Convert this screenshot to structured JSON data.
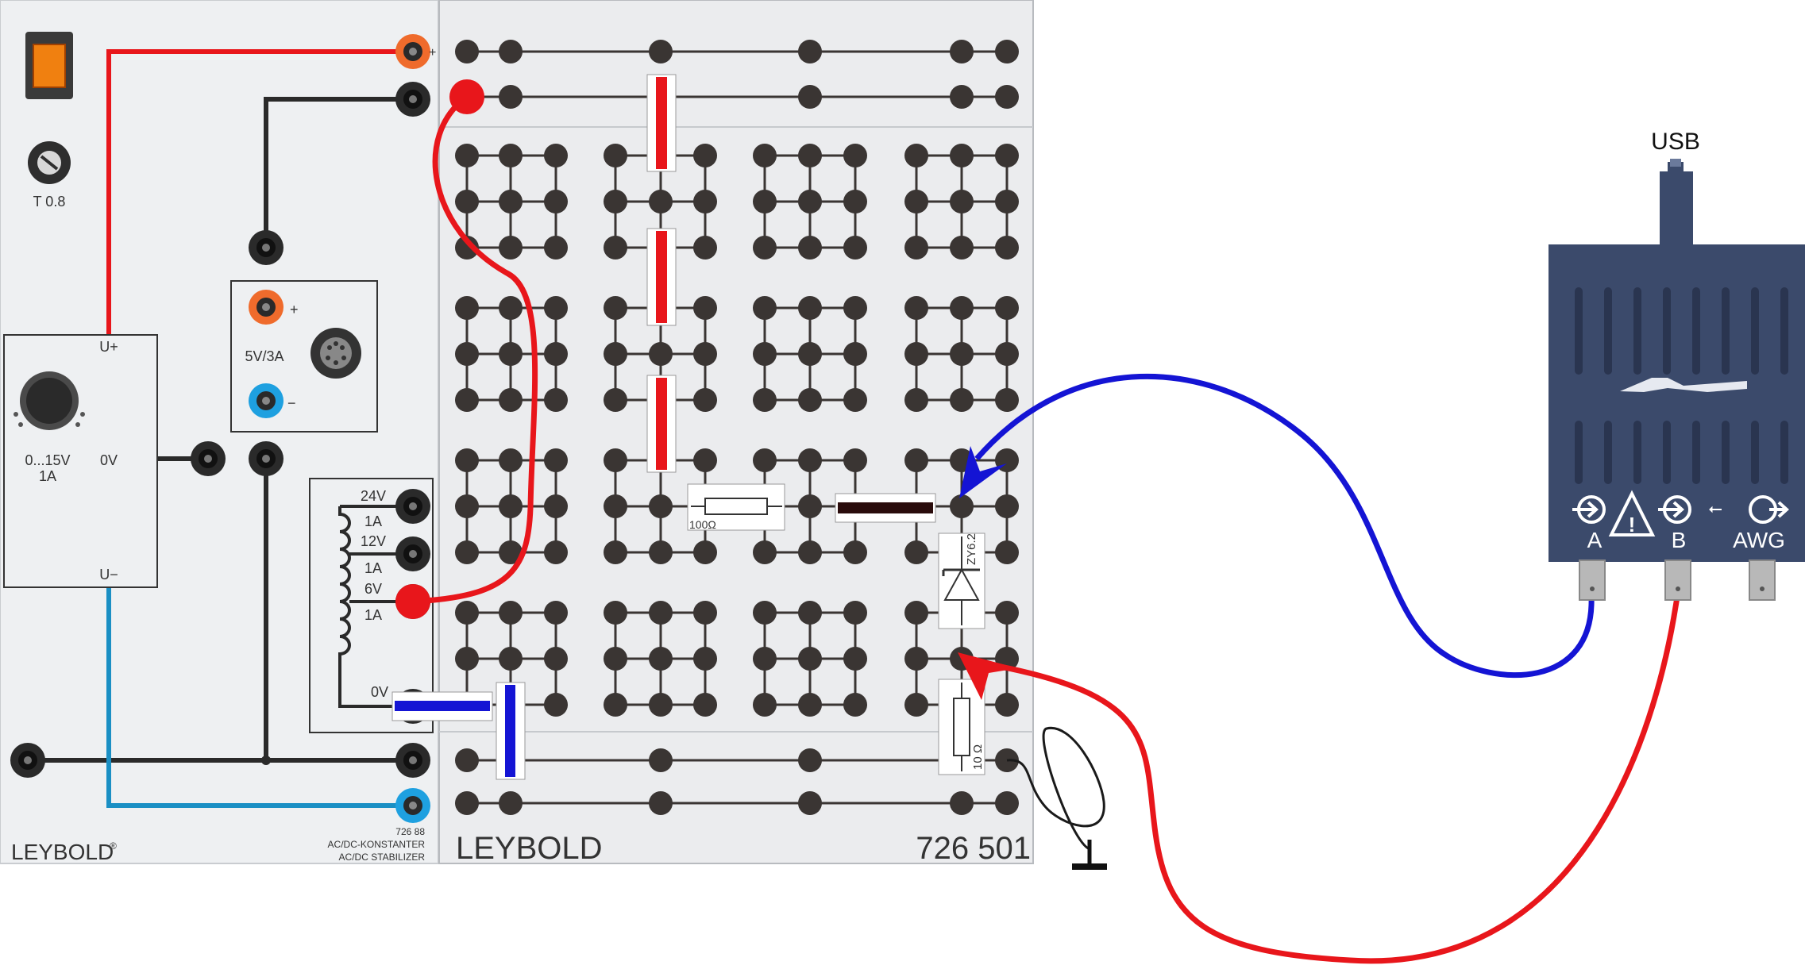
{
  "power_supply": {
    "brand": "LEYBOLD",
    "trademark": "®",
    "fuse_label": "T 0.8",
    "uplus_label": "U+",
    "uminus_label": "U−",
    "range_label": "0...15V",
    "current_label": "1A",
    "zero_label": "0V",
    "plus_sign": "+",
    "minus_sign": "−",
    "dc5_label": "5V/3A",
    "t24": "24V",
    "t24a": "1A",
    "t12": "12V",
    "t12a": "1A",
    "t6": "6V",
    "t6a": "1A",
    "t0": "0V",
    "model_number": "726 88",
    "model_line1": "AC/DC-KONSTANTER",
    "model_line2": "AC/DC STABILIZER"
  },
  "breadboard": {
    "brand": "LEYBOLD",
    "model": "726 501",
    "resistor_100_label": "100Ω",
    "zener_label": "ZY6.2",
    "resistor_10_label": "10 Ω"
  },
  "scope": {
    "usb_label": "USB",
    "channel_a": "A",
    "channel_b": "B",
    "channel_awg": "AWG",
    "usb_symbol": "⭠",
    "warning_symbol": "!"
  },
  "colors": {
    "wire_red": "#e8161b",
    "wire_blue": "#1414d4",
    "wire_cyan": "#1a8fc4",
    "scope_body": "#3b4a6b",
    "dot": "#3a3533",
    "socket_orange": "#ef6b2c",
    "socket_blue": "#1ea0e0"
  },
  "icons": {
    "ground": "ground-icon",
    "warning": "warning-icon",
    "fuse": "fuse-icon",
    "knob": "knob-icon",
    "switch": "power-switch-icon"
  }
}
